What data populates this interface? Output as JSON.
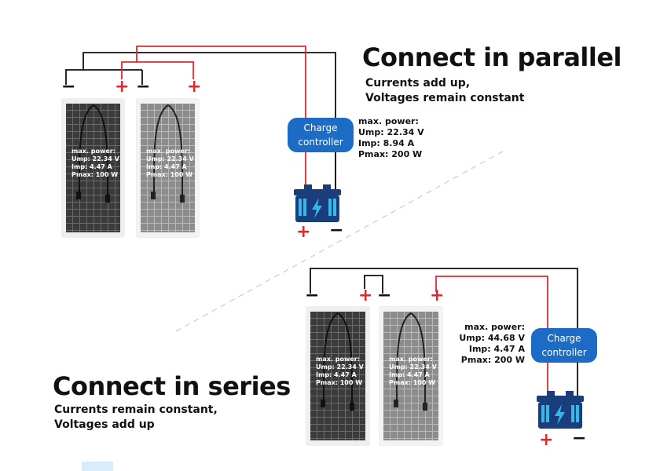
{
  "parallel": {
    "title": "Connect in parallel",
    "subtitle_line1": "Currents add up,",
    "subtitle_line2": "Voltages remain constant",
    "stats": {
      "l1": "max. power:",
      "l2": "Ump: 22.34 V",
      "l3": "Imp: 8.94 A",
      "l4": "Pmax: 200 W"
    },
    "controller": {
      "l1": "Charge",
      "l2": "controller"
    }
  },
  "series": {
    "title": "Connect in series",
    "subtitle_line1": "Currents remain constant,",
    "subtitle_line2": "Voltages add up",
    "stats": {
      "l1": "max. power:",
      "l2": "Ump: 44.68 V",
      "l3": "Imp: 4.47 A",
      "l4": "Pmax: 200 W"
    },
    "controller": {
      "l1": "Charge",
      "l2": "controller"
    }
  },
  "panel_spec": {
    "l1": "max. power:",
    "l2": "Ump: 22.34 V",
    "l3": "Imp: 4.47 A",
    "l4": "Pmax: 100 W"
  },
  "signs": {
    "plus": "+",
    "minus": "−"
  },
  "colors": {
    "positive_wire": "#e0292f",
    "negative_wire": "#111111",
    "controller": "#1c6cc5",
    "battery": "#1a3d7c",
    "dashed_divider": "#cfcfcf"
  }
}
